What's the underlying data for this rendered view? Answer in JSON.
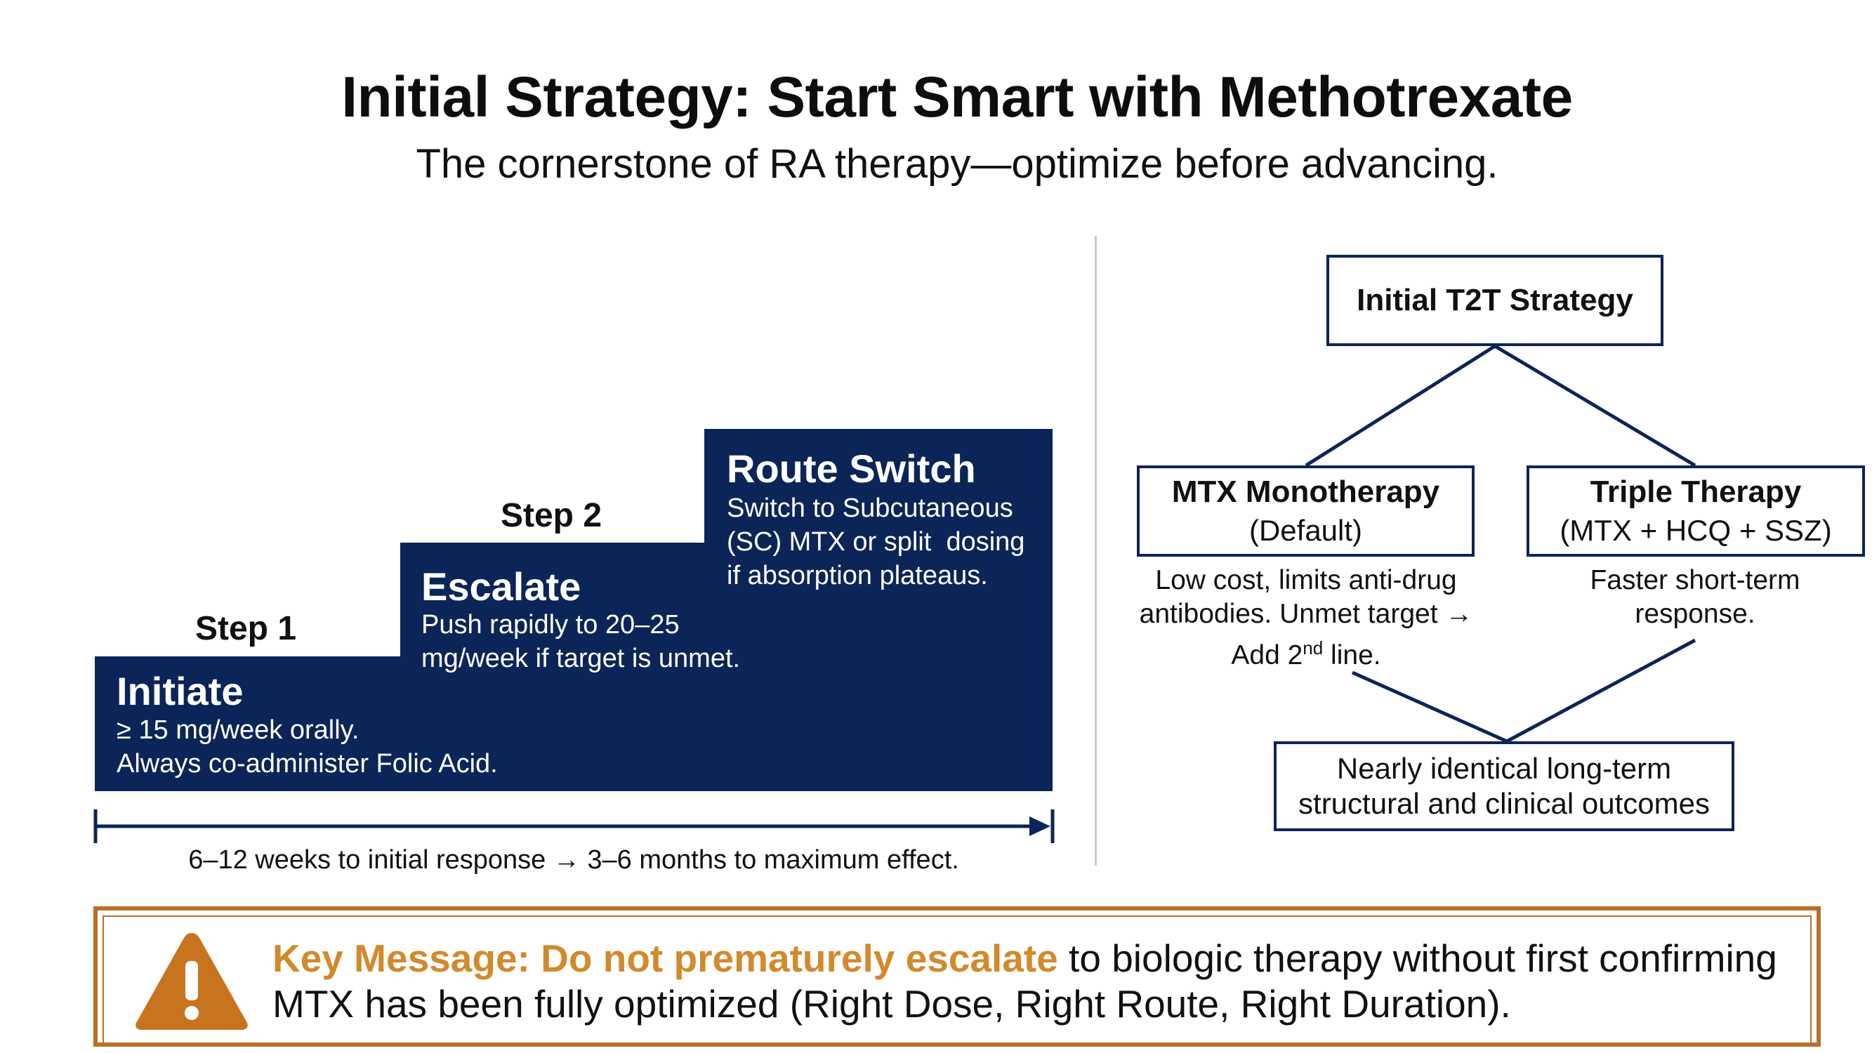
{
  "title": "Initial Strategy: Start Smart with Methotrexate",
  "subtitle": "The cornerstone of RA therapy—optimize before advancing.",
  "colors": {
    "navy": "#0c2558",
    "accent": "#d18a2c",
    "frame": "#b8702a"
  },
  "staircase": {
    "step1": {
      "step_label": "Step 1",
      "heading": "Initiate",
      "lines": [
        "≥ 15 mg/week orally.",
        "Always co-administer Folic Acid."
      ]
    },
    "step2": {
      "step_label": "Step 2",
      "heading": "Escalate",
      "lines": [
        "Push rapidly to 20–25",
        "mg/week if target is unmet."
      ]
    },
    "step3": {
      "heading": "Route Switch",
      "lines": [
        "Switch to Subcutaneous",
        "(SC) MTX or split  dosing",
        "if absorption plateaus."
      ]
    },
    "timeline_caption": "6–12 weeks to initial response → 3–6 months to maximum effect."
  },
  "tree": {
    "root": "Initial T2T Strategy",
    "left": {
      "title": "MTX Monotherapy",
      "subtitle": "(Default)",
      "desc1": "Low cost, limits anti-drug",
      "desc2": "antibodies. Unmet target →",
      "desc3_pre": "Add 2",
      "desc3_sup": "nd",
      "desc3_post": " line."
    },
    "right": {
      "title": "Triple Therapy",
      "subtitle": "(MTX + HCQ + SSZ)",
      "desc1": "Faster short-term",
      "desc2": "response."
    },
    "outcome": [
      "Nearly identical long-term",
      "structural and clinical outcomes"
    ]
  },
  "key_message": {
    "emphasis": "Key Message: Do not prematurely escalate",
    "rest1": " to biologic therapy without first confirming",
    "line2": "MTX has been fully optimized (Right Dose, Right Route, Right Duration).",
    "icon": "warning-triangle-icon"
  }
}
